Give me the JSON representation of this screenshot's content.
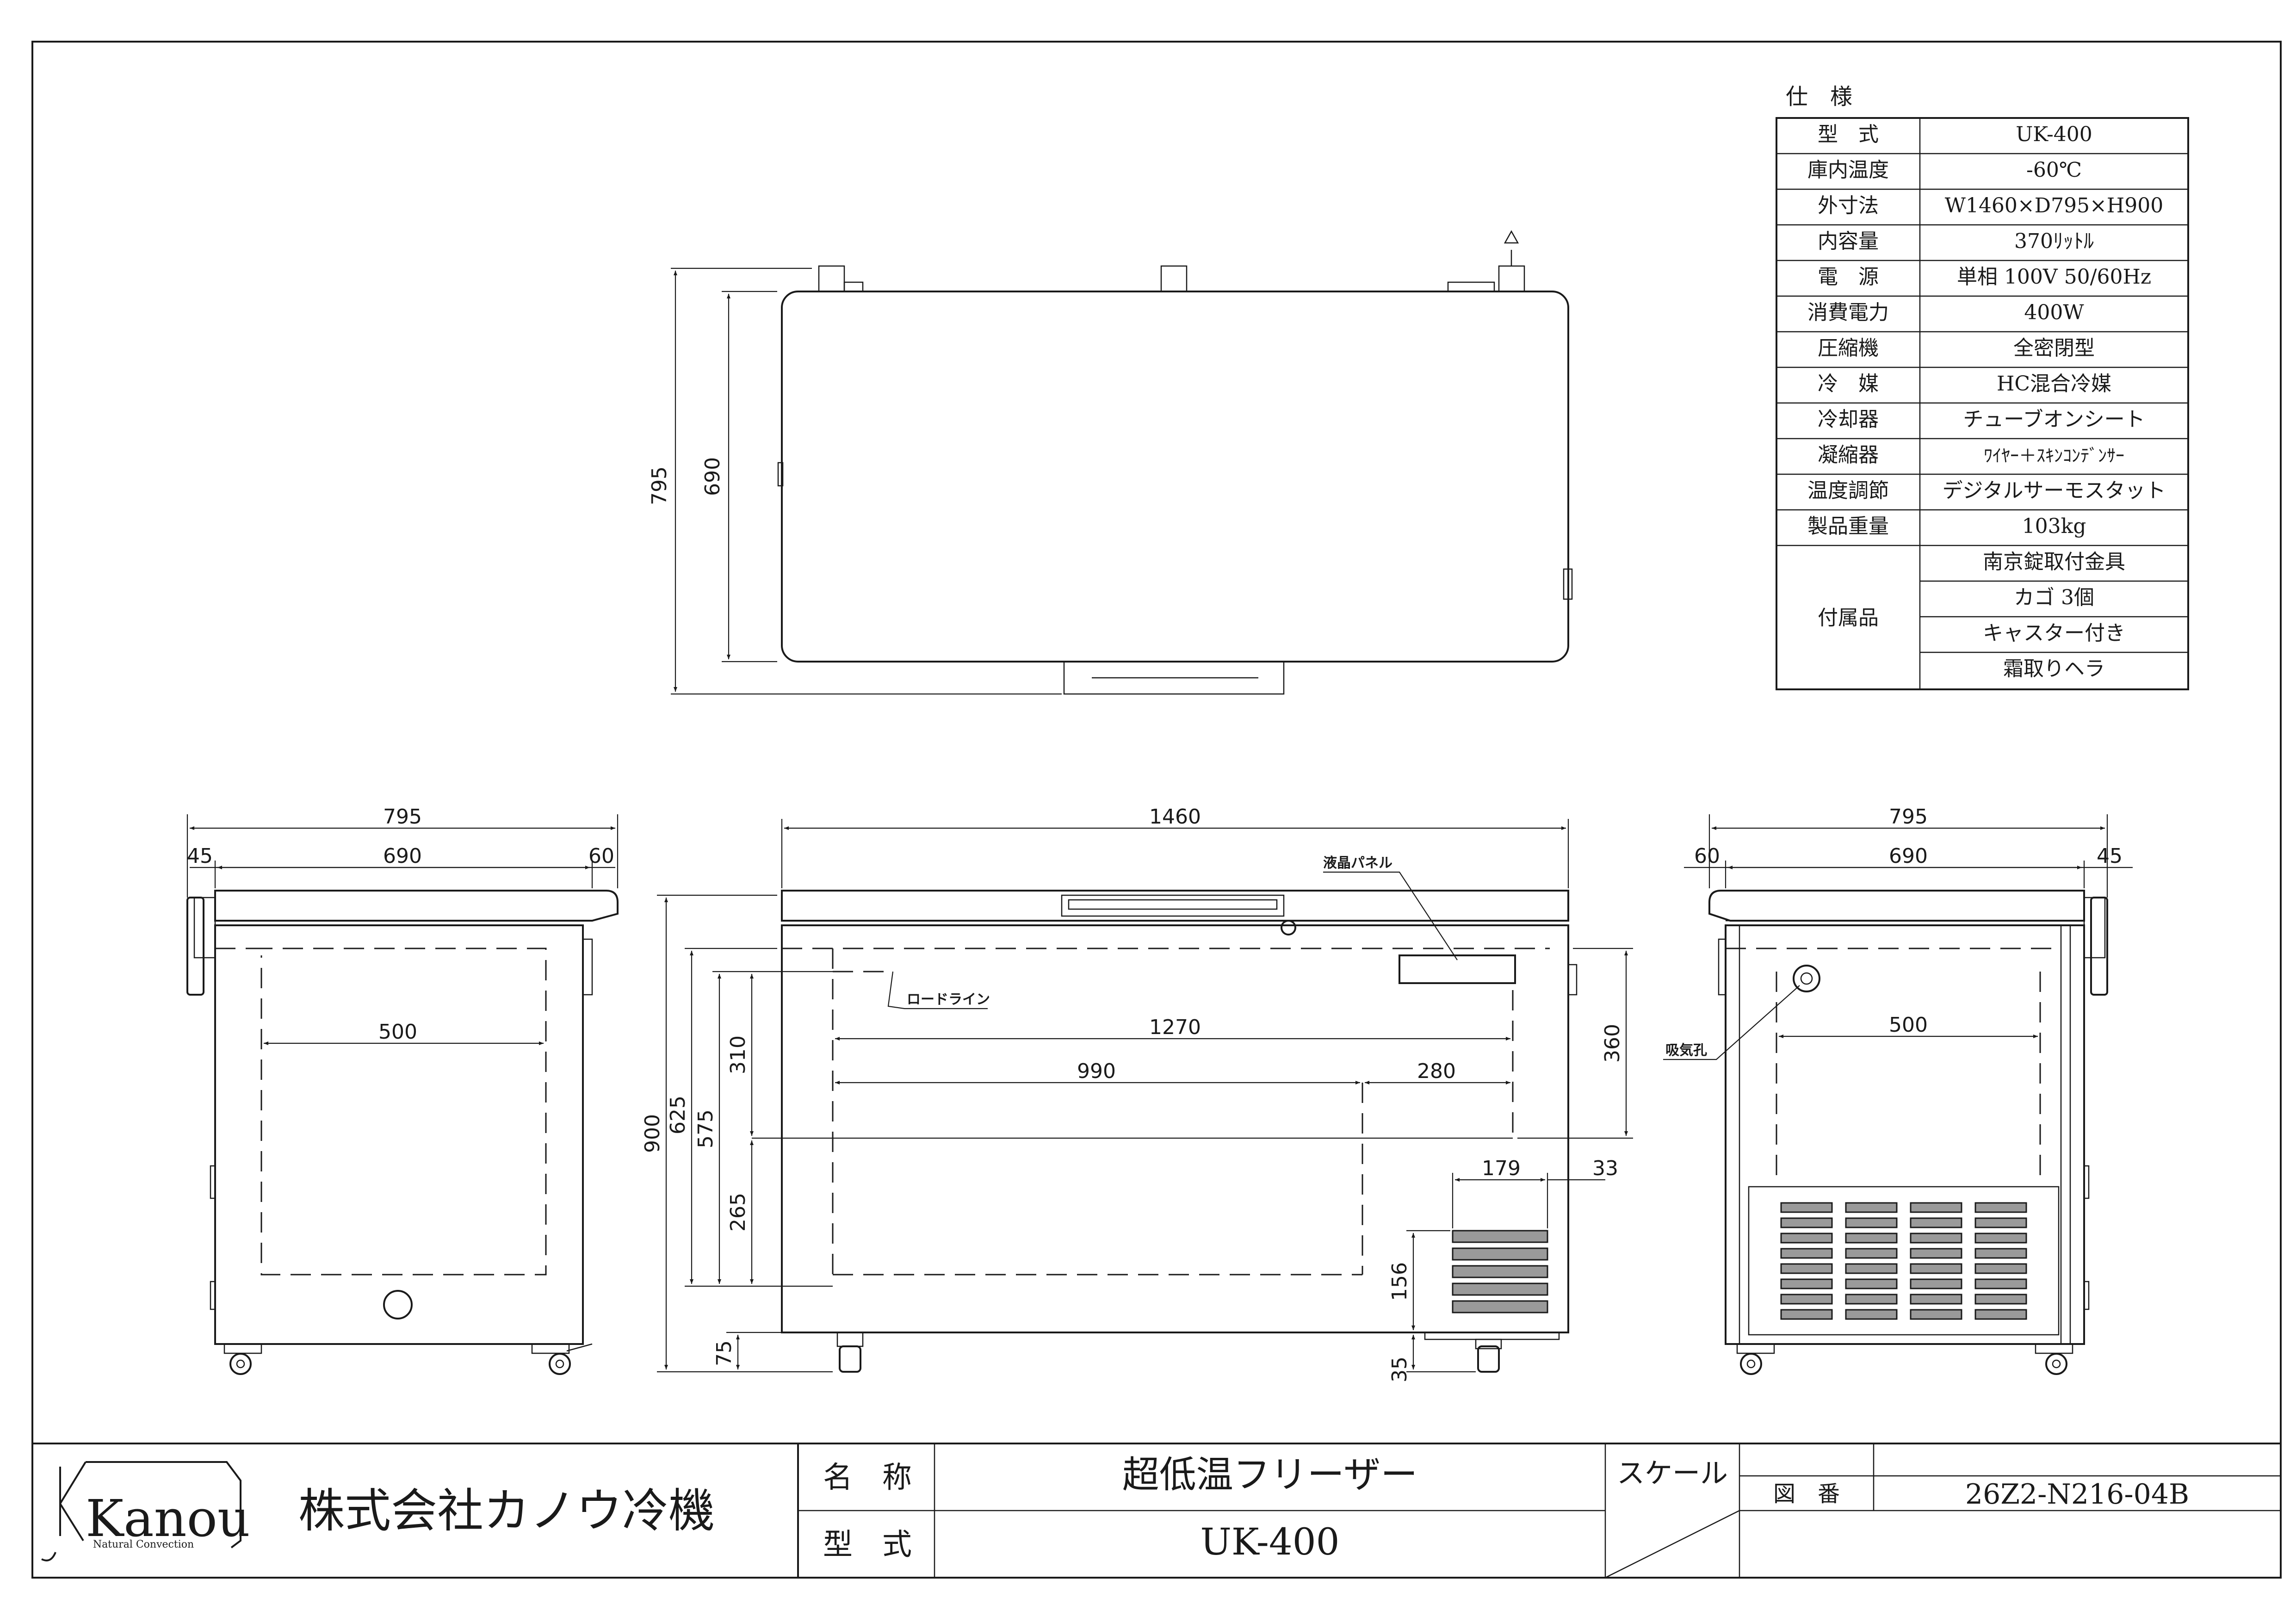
{
  "spec_table": {
    "title": "仕　様",
    "rows": [
      {
        "label": "型　式",
        "value": "UK-400"
      },
      {
        "label": "庫内温度",
        "value": "-60℃"
      },
      {
        "label": "外寸法",
        "value": "W1460×D795×H900"
      },
      {
        "label": "内容量",
        "value": "370ﾘｯﾄﾙ"
      },
      {
        "label": "電　源",
        "value": "単相  100V  50/60Hz"
      },
      {
        "label": "消費電力",
        "value": "400W"
      },
      {
        "label": "圧縮機",
        "value": "全密閉型"
      },
      {
        "label": "冷　媒",
        "value": "HC混合冷媒"
      },
      {
        "label": "冷却器",
        "value": "チューブオンシート"
      },
      {
        "label": "凝縮器",
        "value": "ﾜｲﾔｰ＋ｽｷﾝｺﾝﾃﾞﾝｻｰ"
      },
      {
        "label": "温度調節",
        "value": "デジタルサーモスタット"
      },
      {
        "label": "製品重量",
        "value": "103kg"
      }
    ],
    "accessories": {
      "label": "付属品",
      "items": [
        "南京錠取付金具",
        "カゴ 3個",
        "キャスター付き",
        "霜取りヘラ"
      ]
    }
  },
  "top_view": {
    "dims": {
      "overall_depth": "795",
      "inner_depth": "690"
    }
  },
  "left_view": {
    "dims": {
      "overall_width": "795",
      "left_offset": "45",
      "inner_width": "690",
      "right_offset": "60",
      "basket": "500"
    }
  },
  "front_view": {
    "dims": {
      "overall_width": "1460",
      "inner_length": "1270",
      "length_a": "990",
      "length_b": "280",
      "height_total": "900",
      "height_625": "625",
      "height_575": "575",
      "height_310": "310",
      "height_265": "265",
      "height_75": "75",
      "height_360": "360",
      "vent_width": "179",
      "vent_offset": "33",
      "vent_height": "156",
      "caster_height": "35"
    },
    "labels": {
      "lcd_panel": "液晶パネル",
      "load_line": "ロードライン"
    }
  },
  "right_view": {
    "dims": {
      "overall_width": "795",
      "left_offset": "60",
      "inner_width": "690",
      "right_offset": "45",
      "basket": "500"
    },
    "labels": {
      "intake": "吸気孔"
    }
  },
  "title_block": {
    "logo_text": "Kanou",
    "logo_sub": "Natural Convection",
    "company": "株式会社カノウ冷機",
    "name_label": "名　称",
    "name_value": "超低温フリーザー",
    "model_label": "型　式",
    "model_value": "UK-400",
    "scale_label": "スケール",
    "drawing_no_label": "図　番",
    "drawing_no_value": "26Z2-N216-04B"
  }
}
